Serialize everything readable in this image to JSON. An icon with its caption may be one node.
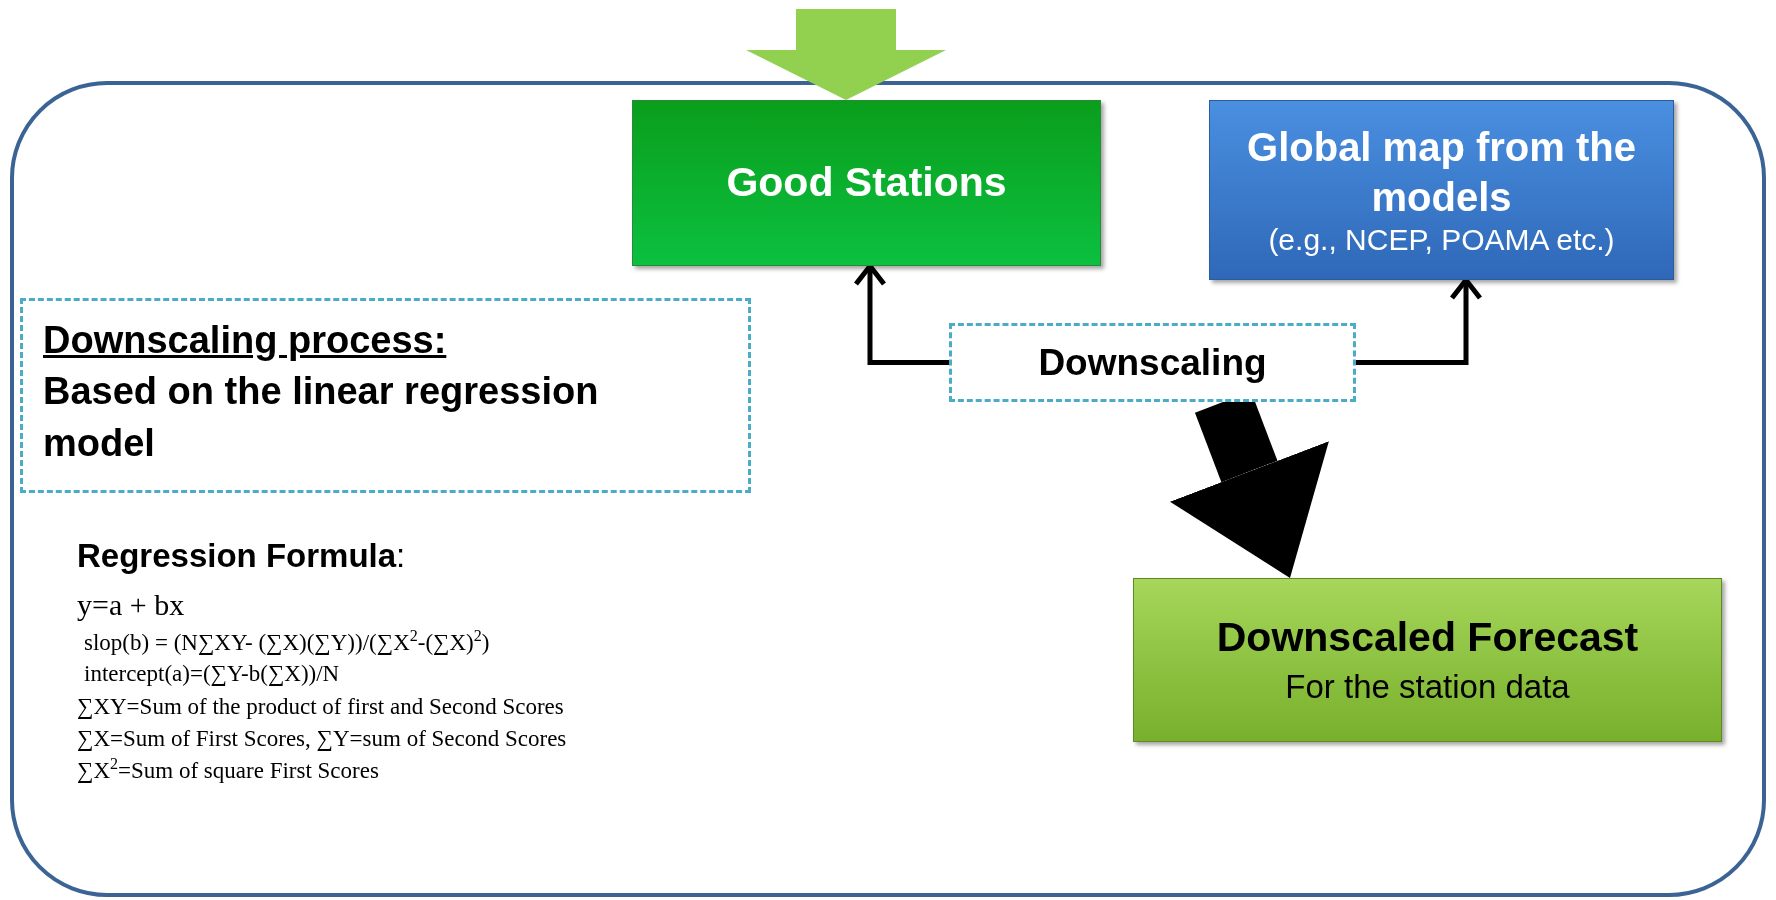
{
  "diagram": {
    "nodes": [
      {
        "text": [
          "Good Stations"
        ]
      },
      {
        "text": [
          "Global map from the models",
          "(e.g., NCEP, POAMA etc.)"
        ]
      },
      {
        "text": [
          "Downscaling"
        ]
      },
      {
        "text": [
          "Downscaling process:",
          "Based on the linear regression model"
        ]
      },
      {
        "text": [
          "Downscaled Forecast",
          "For the station data"
        ]
      }
    ],
    "edges": [
      {
        "from": null,
        "to": 0,
        "arrow": "to",
        "style": "thick",
        "color": "#92d050"
      },
      {
        "from": 2,
        "to": 0,
        "arrow": "to"
      },
      {
        "from": 2,
        "to": 1,
        "arrow": "to"
      },
      {
        "from": 2,
        "to": 4,
        "arrow": "to",
        "style": "thick",
        "color": "#000000"
      }
    ],
    "labels": [
      "**Regression Formula**:",
      "y=a + bx",
      "slop(b) = (N∑XY- (∑X)(∑Y))/(∑X$^{2}$-(∑X)$^{2}$)",
      "intercept(a)=(∑Y-b(∑X))/N",
      "∑XY=Sum of the product of first and Second Scores",
      "∑X=Sum of First Scores, ∑Y=sum of Second Scores",
      "∑X$^{2}$=Sum of square First Scores"
    ]
  }
}
